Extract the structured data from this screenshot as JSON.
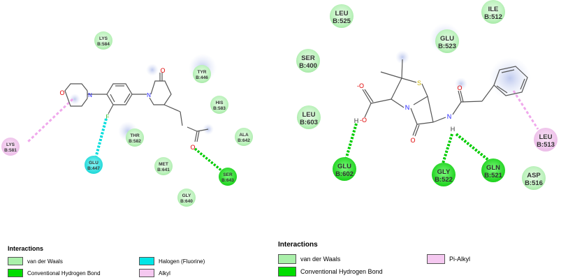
{
  "colors": {
    "vdw": "#aaf0aa",
    "conventional_hbond": "#00dd00",
    "halogen": "#00e6e6",
    "alkyl": "#f5c8f0",
    "pi_alkyl": "#f5c8f0",
    "bond": "#555555",
    "oxygen": "#e00000",
    "nitrogen": "#2020ff",
    "sulfur": "#c8b000",
    "fluorine": "#22bb22"
  },
  "left_panel": {
    "residues": [
      {
        "id": "lys584",
        "name": "LYS",
        "num": "B:584",
        "type": "vdw"
      },
      {
        "id": "tyr446",
        "name": "TYR",
        "num": "B:446",
        "type": "vdw"
      },
      {
        "id": "his583",
        "name": "HIS",
        "num": "B:583",
        "type": "vdw"
      },
      {
        "id": "thr582",
        "name": "THR",
        "num": "B:582",
        "type": "vdw"
      },
      {
        "id": "ala642",
        "name": "ALA",
        "num": "B:642",
        "type": "vdw"
      },
      {
        "id": "met641",
        "name": "MET",
        "num": "B:641",
        "type": "vdw"
      },
      {
        "id": "gly640",
        "name": "GLY",
        "num": "B:640",
        "type": "vdw"
      },
      {
        "id": "lys581",
        "name": "LYS",
        "num": "B:581",
        "type": "alkyl"
      },
      {
        "id": "glu447",
        "name": "GLU",
        "num": "B:447",
        "type": "halogen"
      },
      {
        "id": "ser643",
        "name": "SER",
        "num": "B:643",
        "type": "conventional_hbond"
      }
    ],
    "atoms": {
      "o_ring": "O",
      "o_carbonyl": "O",
      "o_amide": "O",
      "n1": "N",
      "n2": "N",
      "f": "F"
    },
    "legend": {
      "title": "Interactions",
      "items": [
        {
          "label": "van der Waals",
          "type": "vdw"
        },
        {
          "label": "Halogen (Fluorine)",
          "type": "halogen"
        },
        {
          "label": "Conventional Hydrogen Bond",
          "type": "conventional_hbond"
        },
        {
          "label": "Alkyl",
          "type": "alkyl"
        }
      ]
    }
  },
  "right_panel": {
    "residues": [
      {
        "id": "leu525",
        "name": "LEU",
        "num": "B:525",
        "type": "vdw"
      },
      {
        "id": "ile512",
        "name": "ILE",
        "num": "B:512",
        "type": "vdw"
      },
      {
        "id": "glu523",
        "name": "GLU",
        "num": "B:523",
        "type": "vdw"
      },
      {
        "id": "ser400",
        "name": "SER",
        "num": "B:400",
        "type": "vdw"
      },
      {
        "id": "leu603",
        "name": "LEU",
        "num": "B:603",
        "type": "vdw"
      },
      {
        "id": "asp516",
        "name": "ASP",
        "num": "B:516",
        "type": "vdw"
      },
      {
        "id": "leu513",
        "name": "LEU",
        "num": "B:513",
        "type": "pi_alkyl"
      },
      {
        "id": "glu602",
        "name": "GLU",
        "num": "B:602",
        "type": "conventional_hbond"
      },
      {
        "id": "gly522",
        "name": "GLY",
        "num": "B:522",
        "type": "conventional_hbond"
      },
      {
        "id": "gln521",
        "name": "GLN",
        "num": "B:521",
        "type": "conventional_hbond"
      }
    ],
    "atoms": {
      "o_minus": "-O",
      "o_hydroxyl": "-O",
      "h_hydroxyl": "H",
      "o_lactam": "O",
      "o_amide": "O",
      "n_ring": "N",
      "n_amide": "N",
      "h_amide": "H",
      "s": "S"
    },
    "legend": {
      "title": "Interactions",
      "items": [
        {
          "label": "van der Waals",
          "type": "vdw"
        },
        {
          "label": "Pi-Alkyl",
          "type": "pi_alkyl"
        },
        {
          "label": "Conventional Hydrogen Bond",
          "type": "conventional_hbond"
        }
      ]
    }
  }
}
